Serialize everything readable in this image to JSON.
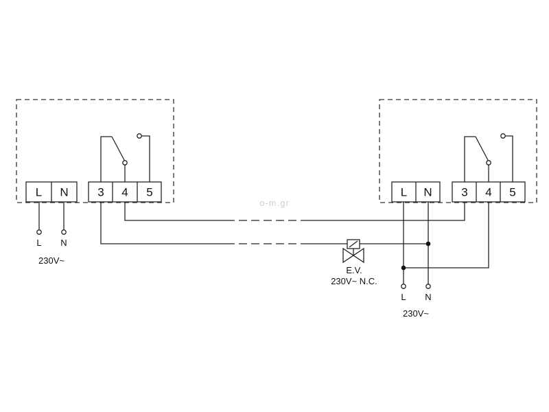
{
  "left_unit": {
    "power_terminals": [
      "L",
      "N"
    ],
    "relay_terminals": [
      "3",
      "4",
      "5"
    ],
    "supply": {
      "line": "L",
      "neutral": "N",
      "voltage": "230V~"
    }
  },
  "right_unit": {
    "power_terminals": [
      "L",
      "N"
    ],
    "relay_terminals": [
      "3",
      "4",
      "5"
    ],
    "supply": {
      "line": "L",
      "neutral": "N",
      "voltage": "230V~"
    }
  },
  "valve": {
    "name": "E.V.",
    "rating": "230V~ N.C."
  },
  "watermark": "o-m.gr"
}
